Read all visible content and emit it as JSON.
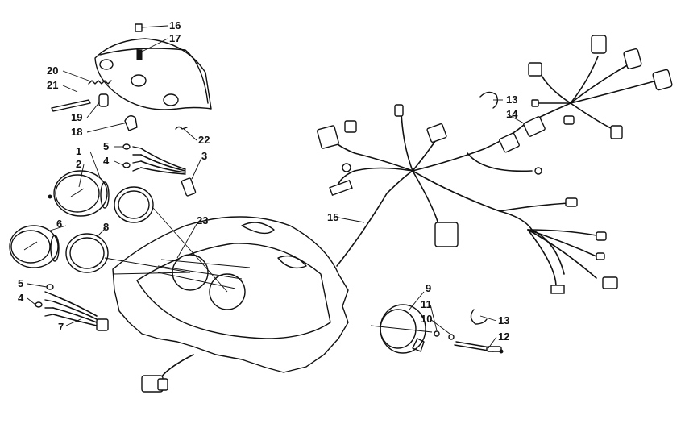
{
  "callouts": {
    "c1": "1",
    "c2": "2",
    "c3": "3",
    "c4a": "4",
    "c4b": "4",
    "c5a": "5",
    "c5b": "5",
    "c6": "6",
    "c7": "7",
    "c8": "8",
    "c9": "9",
    "c10": "10",
    "c11": "11",
    "c12": "12",
    "c13a": "13",
    "c13b": "13",
    "c14": "14",
    "c15": "15",
    "c16": "16",
    "c17": "17",
    "c18": "18",
    "c19": "19",
    "c20": "20",
    "c21": "21",
    "c22": "22",
    "c23": "23"
  },
  "colors": {
    "line": "#111111",
    "background": "#ffffff"
  }
}
